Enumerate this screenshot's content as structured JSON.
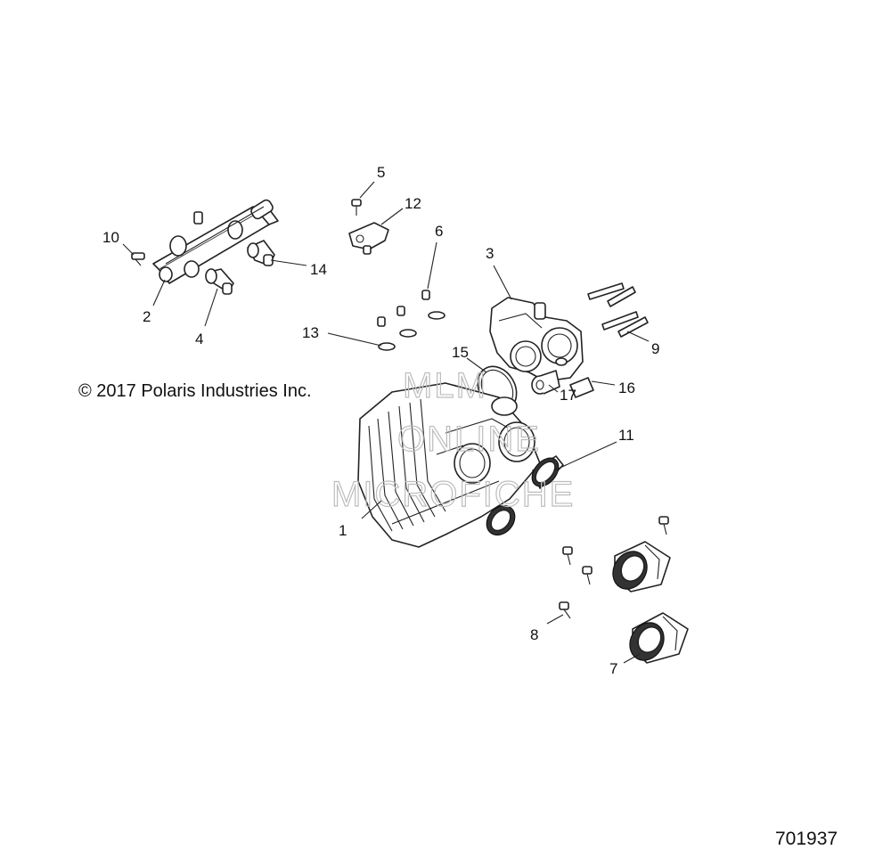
{
  "copyright": "© 2017 Polaris Industries Inc.",
  "diagram_id": "701937",
  "watermark": {
    "line1": "MLM",
    "line2": "ONLINE",
    "line3": "MICROFICHE"
  },
  "callouts": [
    "1",
    "2",
    "3",
    "4",
    "5",
    "6",
    "7",
    "8",
    "9",
    "10",
    "11",
    "12",
    "13",
    "14",
    "15",
    "16",
    "17"
  ]
}
